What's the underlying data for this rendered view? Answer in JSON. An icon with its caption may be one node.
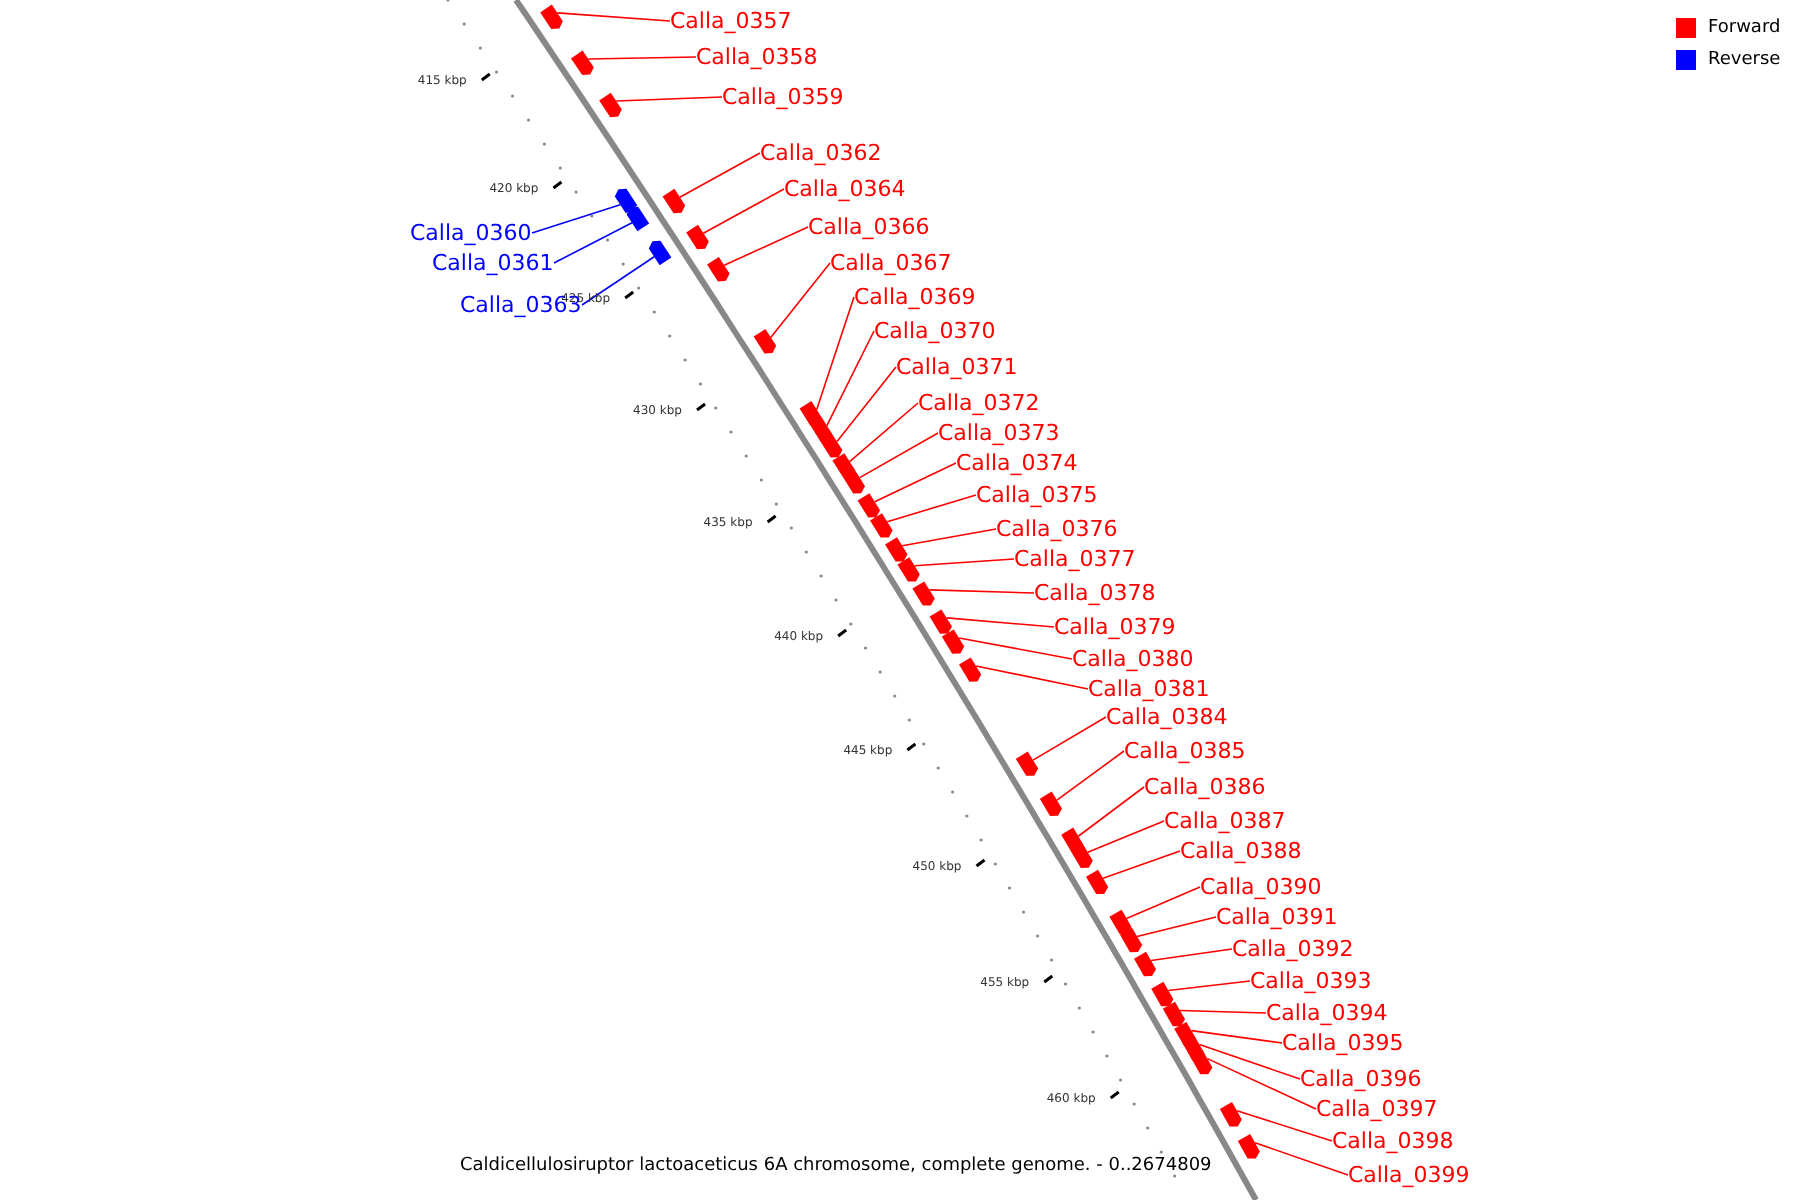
{
  "diagram": {
    "caption": "Caldicellulosiruptor lactoaceticus 6A chromosome, complete genome. - 0..2674809",
    "nodes": [
      {
        "text": [
          "Calla_0357"
        ]
      },
      {
        "text": [
          "Calla_0358"
        ]
      },
      {
        "text": [
          "Calla_0359"
        ]
      },
      {
        "text": [
          "Calla_0360"
        ]
      },
      {
        "text": [
          "Calla_0361"
        ]
      },
      {
        "text": [
          "Calla_0362"
        ]
      },
      {
        "text": [
          "Calla_0363"
        ]
      },
      {
        "text": [
          "Calla_0364"
        ]
      },
      {
        "text": [
          "Calla_0366"
        ]
      },
      {
        "text": [
          "Calla_0367"
        ]
      },
      {
        "text": [
          "Calla_0369"
        ]
      },
      {
        "text": [
          "Calla_0370"
        ]
      },
      {
        "text": [
          "Calla_0371"
        ]
      },
      {
        "text": [
          "Calla_0372"
        ]
      },
      {
        "text": [
          "Calla_0373"
        ]
      },
      {
        "text": [
          "Calla_0374"
        ]
      },
      {
        "text": [
          "Calla_0375"
        ]
      },
      {
        "text": [
          "Calla_0376"
        ]
      },
      {
        "text": [
          "Calla_0377"
        ]
      },
      {
        "text": [
          "Calla_0378"
        ]
      },
      {
        "text": [
          "Calla_0379"
        ]
      },
      {
        "text": [
          "Calla_0380"
        ]
      },
      {
        "text": [
          "Calla_0381"
        ]
      },
      {
        "text": [
          "Calla_0384"
        ]
      },
      {
        "text": [
          "Calla_0385"
        ]
      },
      {
        "text": [
          "Calla_0386"
        ]
      },
      {
        "text": [
          "Calla_0387"
        ]
      },
      {
        "text": [
          "Calla_0388"
        ]
      },
      {
        "text": [
          "Calla_0390"
        ]
      },
      {
        "text": [
          "Calla_0391"
        ]
      },
      {
        "text": [
          "Calla_0392"
        ]
      },
      {
        "text": [
          "Calla_0393"
        ]
      },
      {
        "text": [
          "Calla_0394"
        ]
      },
      {
        "text": [
          "Calla_0395"
        ]
      },
      {
        "text": [
          "Calla_0396"
        ]
      },
      {
        "text": [
          "Calla_0397"
        ]
      },
      {
        "text": [
          "Calla_0398"
        ]
      },
      {
        "text": [
          "Calla_0399"
        ]
      },
      {
        "text": [],
        "shape": "bar"
      },
      {
        "text": [],
        "shape": "bar"
      },
      {
        "text": [],
        "shape": "bar"
      },
      {
        "text": [],
        "shape": "bar"
      },
      {
        "text": [],
        "shape": "bar"
      },
      {
        "text": [],
        "shape": "bar"
      },
      {
        "text": [],
        "shape": "bar"
      },
      {
        "text": [],
        "shape": "bar"
      },
      {
        "text": [],
        "shape": "bar"
      },
      {
        "text": [],
        "shape": "bar"
      },
      {
        "text": [],
        "shape": "bar"
      },
      {
        "text": [],
        "shape": "bar"
      },
      {
        "text": [],
        "shape": "bar"
      },
      {
        "text": [],
        "shape": "bar"
      },
      {
        "text": [],
        "shape": "bar"
      },
      {
        "text": [],
        "shape": "bar"
      },
      {
        "text": [],
        "shape": "bar"
      },
      {
        "text": [],
        "shape": "bar"
      },
      {
        "text": [],
        "shape": "bar"
      },
      {
        "text": [],
        "shape": "bar"
      },
      {
        "text": [],
        "shape": "bar"
      },
      {
        "text": [],
        "shape": "bar"
      },
      {
        "text": [],
        "shape": "bar"
      },
      {
        "text": [],
        "shape": "bar"
      },
      {
        "text": [],
        "shape": "bar"
      },
      {
        "text": [],
        "shape": "bar"
      },
      {
        "text": [],
        "shape": "bar"
      },
      {
        "text": [],
        "shape": "bar"
      },
      {
        "text": [],
        "shape": "bar"
      },
      {
        "text": [],
        "shape": "bar"
      },
      {
        "text": [],
        "shape": "bar"
      },
      {
        "text": [],
        "shape": "bar"
      },
      {
        "text": [],
        "shape": "bar"
      },
      {
        "text": [],
        "shape": "bar"
      },
      {
        "text": [],
        "shape": "bar"
      },
      {
        "text": [],
        "shape": "bar"
      },
      {
        "text": [],
        "shape": "bar"
      },
      {
        "text": [],
        "shape": "bar"
      }
    ],
    "edges": [
      {
        "from": 0,
        "to": 38,
        "arrow": "none"
      },
      {
        "from": 1,
        "to": 39,
        "arrow": "none"
      },
      {
        "from": 2,
        "to": 40,
        "arrow": "none"
      },
      {
        "from": 3,
        "to": 41,
        "arrow": "none",
        "color": "#0000ff"
      },
      {
        "from": 4,
        "to": 42,
        "arrow": "none",
        "color": "#0000ff"
      },
      {
        "from": 5,
        "to": 43,
        "arrow": "none"
      },
      {
        "from": 6,
        "to": 44,
        "arrow": "none",
        "color": "#0000ff"
      },
      {
        "from": 7,
        "to": 45,
        "arrow": "none"
      },
      {
        "from": 8,
        "to": 46,
        "arrow": "none"
      },
      {
        "from": 9,
        "to": 47,
        "arrow": "none"
      },
      {
        "from": 10,
        "to": 48,
        "arrow": "none"
      },
      {
        "from": 11,
        "to": 49,
        "arrow": "none"
      },
      {
        "from": 12,
        "to": 50,
        "arrow": "none"
      },
      {
        "from": 13,
        "to": 51,
        "arrow": "none"
      },
      {
        "from": 14,
        "to": 52,
        "arrow": "none"
      },
      {
        "from": 15,
        "to": 53,
        "arrow": "none"
      },
      {
        "from": 16,
        "to": 54,
        "arrow": "none"
      },
      {
        "from": 17,
        "to": 55,
        "arrow": "none"
      },
      {
        "from": 18,
        "to": 56,
        "arrow": "none"
      },
      {
        "from": 19,
        "to": 57,
        "arrow": "none"
      },
      {
        "from": 20,
        "to": 58,
        "arrow": "none"
      },
      {
        "from": 21,
        "to": 59,
        "arrow": "none"
      },
      {
        "from": 22,
        "to": 60,
        "arrow": "none"
      },
      {
        "from": 23,
        "to": 61,
        "arrow": "none"
      },
      {
        "from": 24,
        "to": 62,
        "arrow": "none"
      },
      {
        "from": 25,
        "to": 63,
        "arrow": "none"
      },
      {
        "from": 26,
        "to": 64,
        "arrow": "none"
      },
      {
        "from": 27,
        "to": 65,
        "arrow": "none"
      },
      {
        "from": 28,
        "to": 66,
        "arrow": "none"
      },
      {
        "from": 29,
        "to": 67,
        "arrow": "none"
      },
      {
        "from": 30,
        "to": 68,
        "arrow": "none"
      },
      {
        "from": 31,
        "to": 69,
        "arrow": "none"
      },
      {
        "from": 32,
        "to": 70,
        "arrow": "none"
      },
      {
        "from": 33,
        "to": 71,
        "arrow": "none"
      },
      {
        "from": 34,
        "to": 72,
        "arrow": "none"
      },
      {
        "from": 35,
        "to": 73,
        "arrow": "none"
      },
      {
        "from": 36,
        "to": 74,
        "arrow": "none"
      },
      {
        "from": 37,
        "to": 75,
        "arrow": "none"
      }
    ],
    "labels": [
      "415 kbp",
      "420 kbp",
      "425 kbp",
      "430 kbp",
      "435 kbp",
      "440 kbp",
      "445 kbp",
      "450 kbp",
      "455 kbp",
      "460 kbp"
    ],
    "legend": [
      {
        "text": "Forward",
        "color": "#ff0000"
      },
      {
        "text": "Reverse",
        "color": "#0000ff"
      }
    ]
  }
}
